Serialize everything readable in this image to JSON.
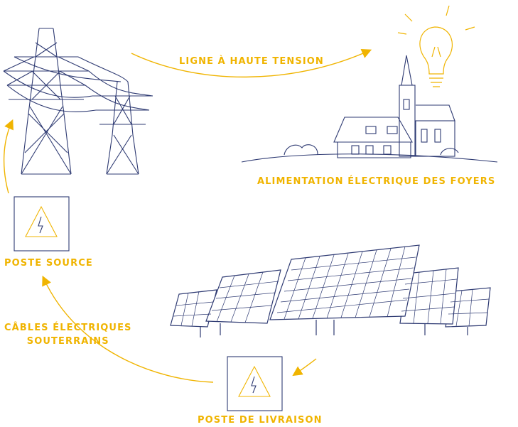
{
  "labels": {
    "ligne_haute_tension": "LIGNE À HAUTE TENSION",
    "alimentation": "ALIMENTATION ÉLECTRIQUE DES FOYERS",
    "poste_source": "POSTE SOURCE",
    "cables_line1": "CÂBLES ÉLECTRIQUES",
    "cables_line2": "SOUTERRAINS",
    "poste_livraison": "POSTE DE LIVRAISON"
  },
  "colors": {
    "accent": "#f0b400",
    "ink": "#2f3b73"
  },
  "icons": [
    "pylon-icon",
    "house-icon",
    "church-icon",
    "lightbulb-icon",
    "substation-icon",
    "solar-panel-icon",
    "arrow-icon"
  ]
}
